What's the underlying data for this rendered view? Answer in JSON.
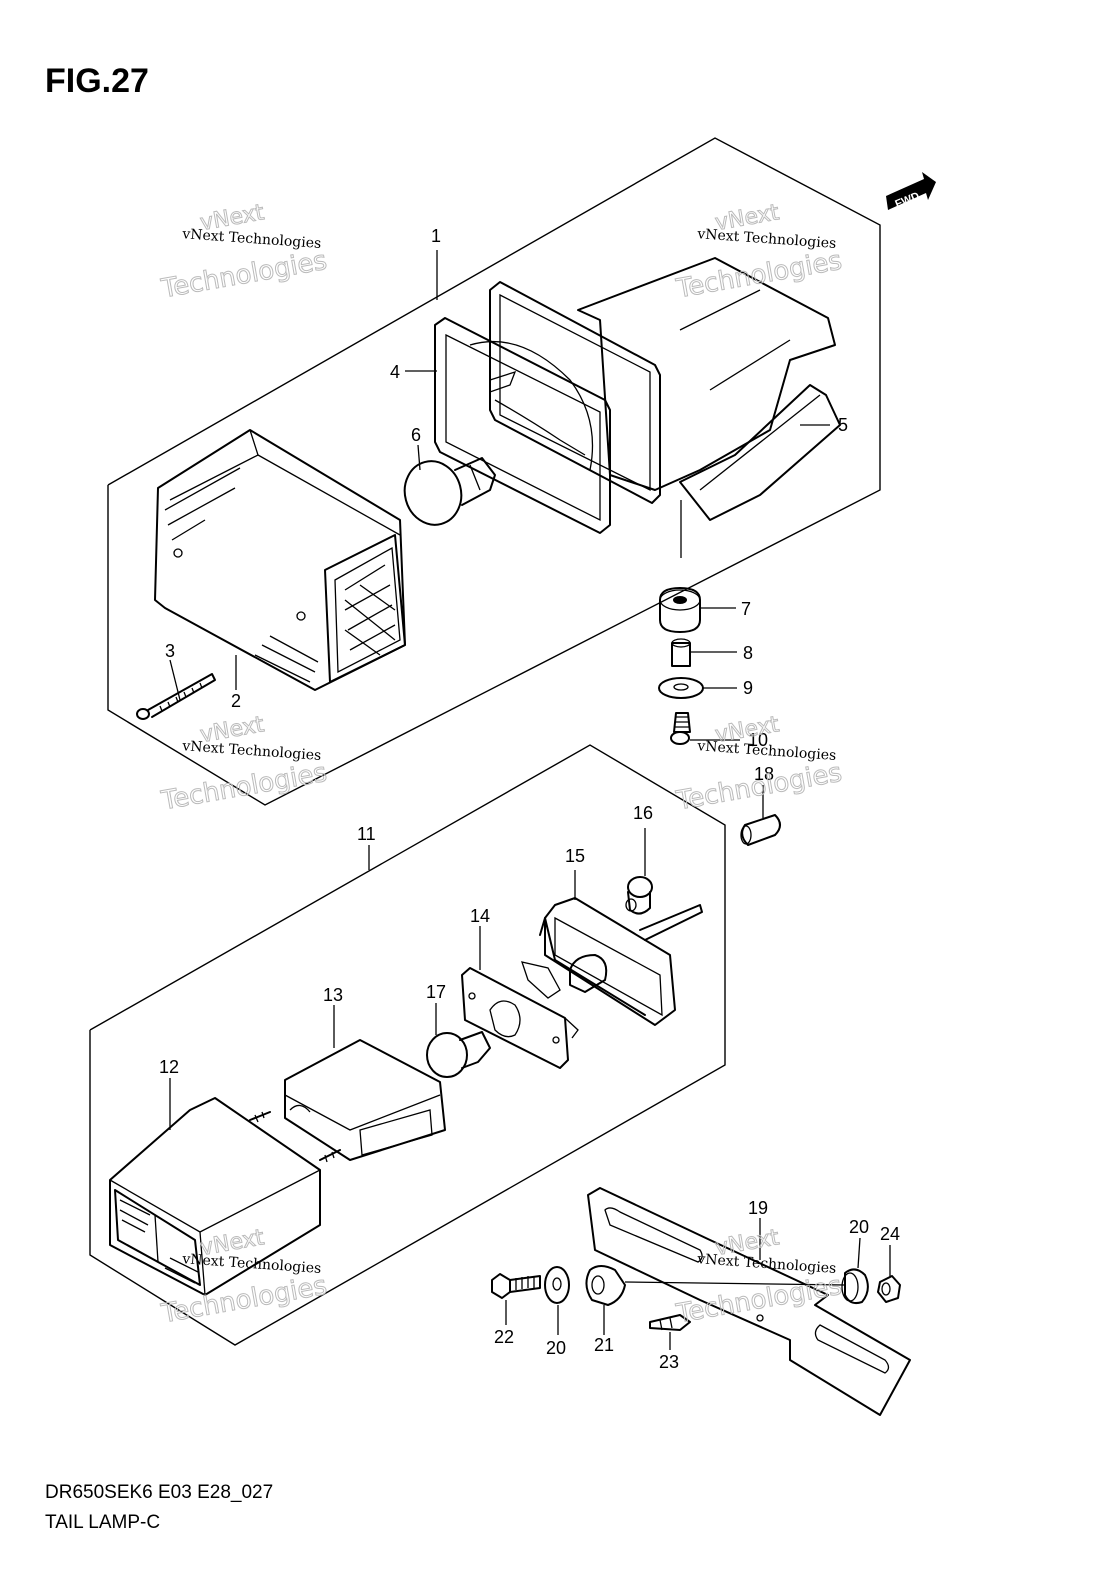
{
  "figure": {
    "title": "FIG.27",
    "model_code": "DR650SEK6 E03 E28_027",
    "section_name": "TAIL LAMP-C"
  },
  "direction_badge": {
    "label": "FWD"
  },
  "watermark": {
    "company_line": "vNext Technologies",
    "brand_top": "vNext",
    "brand_bottom": "Technologies"
  },
  "callouts": [
    {
      "id": "c1",
      "number": "1"
    },
    {
      "id": "c2",
      "number": "2"
    },
    {
      "id": "c3",
      "number": "3"
    },
    {
      "id": "c4",
      "number": "4"
    },
    {
      "id": "c5",
      "number": "5"
    },
    {
      "id": "c6",
      "number": "6"
    },
    {
      "id": "c7",
      "number": "7"
    },
    {
      "id": "c8",
      "number": "8"
    },
    {
      "id": "c9",
      "number": "9"
    },
    {
      "id": "c10",
      "number": "10"
    },
    {
      "id": "c18",
      "number": "18"
    },
    {
      "id": "c11",
      "number": "11"
    },
    {
      "id": "c16",
      "number": "16"
    },
    {
      "id": "c15",
      "number": "15"
    },
    {
      "id": "c14",
      "number": "14"
    },
    {
      "id": "c13",
      "number": "13"
    },
    {
      "id": "c17",
      "number": "17"
    },
    {
      "id": "c12",
      "number": "12"
    },
    {
      "id": "c19",
      "number": "19"
    },
    {
      "id": "c20a",
      "number": "20"
    },
    {
      "id": "c24",
      "number": "24"
    },
    {
      "id": "c22",
      "number": "22"
    },
    {
      "id": "c20b",
      "number": "20"
    },
    {
      "id": "c21",
      "number": "21"
    },
    {
      "id": "c23",
      "number": "23"
    }
  ]
}
